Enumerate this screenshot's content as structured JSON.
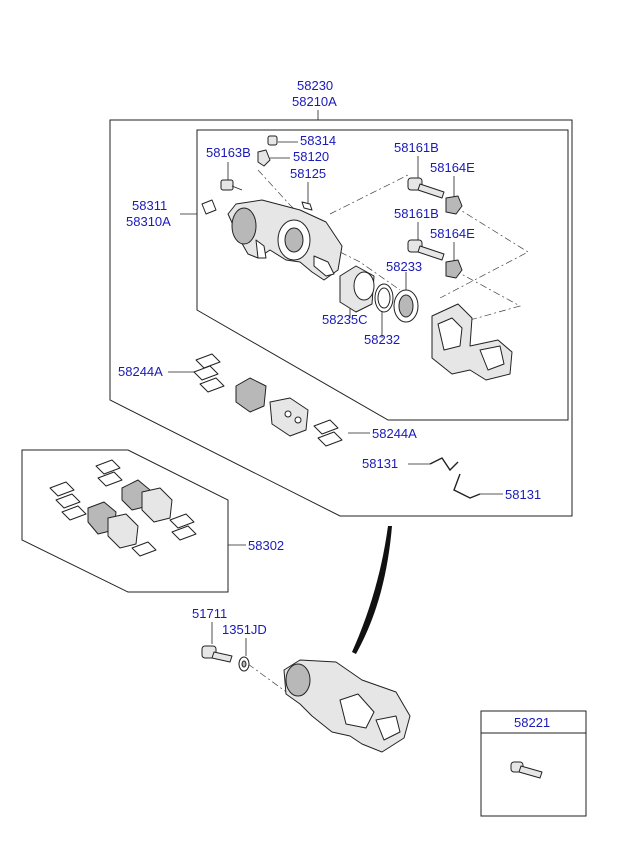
{
  "labels": {
    "assembly_code": "58230",
    "assembly_code_alt": "58210A",
    "caliper_housing_code": "58311",
    "caliper_housing_code_alt": "58310A",
    "guide_rod_bolt_upper": "58163B",
    "bleeder_cap": "58314",
    "bleeder_screw": "58120",
    "bleeder_part": "58125",
    "guide_pin_upper": "58161B",
    "pin_boot_upper": "58164E",
    "guide_pin_lower": "58161B",
    "pin_boot_lower": "58164E",
    "piston_seal": "58233",
    "piston": "58235C",
    "dust_boot": "58232",
    "pad_shim_left": "58244A",
    "pad_shim_right": "58244A",
    "spring_a": "58131",
    "spring_b": "58131",
    "pad_kit": "58302",
    "mount_bolt": "51711",
    "washer": "1351JD",
    "inset_part": "58221"
  },
  "colors": {
    "label": "#1a1ab8",
    "line": "#222222"
  }
}
